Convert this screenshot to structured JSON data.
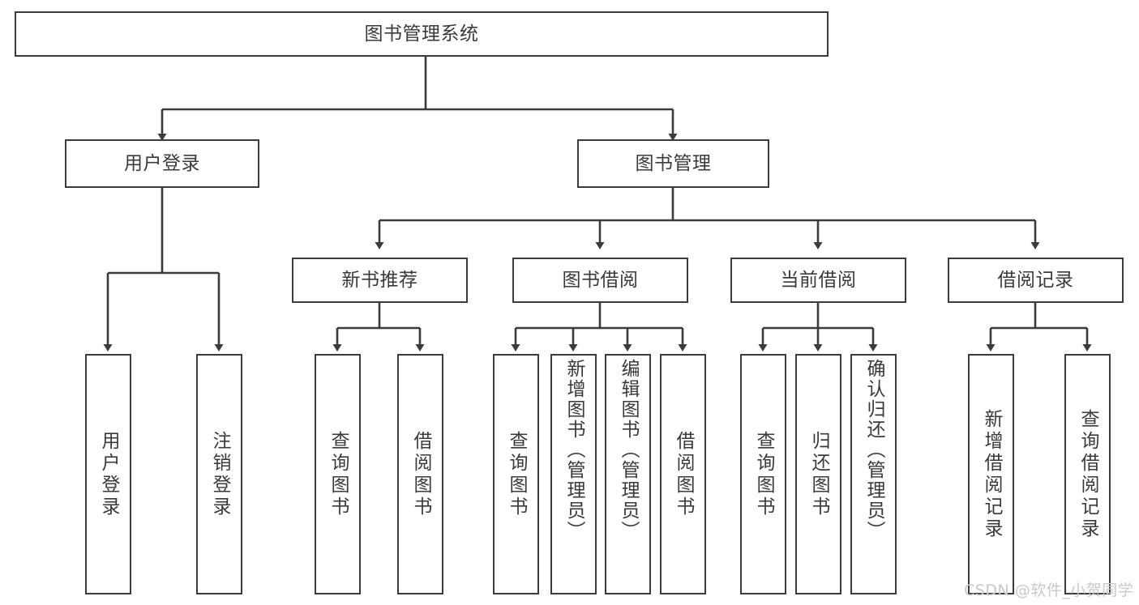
{
  "diagram": {
    "title": "图书管理系统",
    "type": "hierarchy-tree",
    "orientation": "top-down",
    "colors": {
      "box_border": "#3b3b3b",
      "box_fill": "#ffffff",
      "text": "#3a3a3a",
      "edge": "#3b3b3b",
      "background": "#ffffff",
      "watermark": "#c9c9c9"
    },
    "levels": [
      {
        "level": 0,
        "nodes": [
          {
            "id": "root",
            "label": "图书管理系统",
            "text_direction": "horizontal"
          }
        ]
      },
      {
        "level": 1,
        "nodes": [
          {
            "id": "user-login",
            "label": "用户登录",
            "text_direction": "horizontal",
            "parent": "root"
          },
          {
            "id": "book-manage",
            "label": "图书管理",
            "text_direction": "horizontal",
            "parent": "root"
          }
        ]
      },
      {
        "level": 2,
        "nodes": [
          {
            "id": "new-book-rec",
            "label": "新书推荐",
            "text_direction": "horizontal",
            "parent": "book-manage"
          },
          {
            "id": "book-borrow",
            "label": "图书借阅",
            "text_direction": "horizontal",
            "parent": "book-manage"
          },
          {
            "id": "current-borrow",
            "label": "当前借阅",
            "text_direction": "horizontal",
            "parent": "book-manage"
          },
          {
            "id": "borrow-record",
            "label": "借阅记录",
            "text_direction": "horizontal",
            "parent": "book-manage"
          }
        ]
      },
      {
        "level": 3,
        "nodes": [
          {
            "id": "leaf-user-login",
            "label": "用户登录",
            "text_direction": "vertical",
            "parent": "user-login"
          },
          {
            "id": "leaf-logout",
            "label": "注销登录",
            "text_direction": "vertical",
            "parent": "user-login"
          },
          {
            "id": "leaf-query-book-1",
            "label": "查询图书",
            "text_direction": "vertical",
            "parent": "new-book-rec"
          },
          {
            "id": "leaf-borrow-book-1",
            "label": "借阅图书",
            "text_direction": "vertical",
            "parent": "new-book-rec"
          },
          {
            "id": "leaf-query-book-2",
            "label": "查询图书",
            "text_direction": "vertical",
            "parent": "book-borrow"
          },
          {
            "id": "leaf-add-book",
            "label": "新增图书（管理员）",
            "text_direction": "vertical",
            "parent": "book-borrow"
          },
          {
            "id": "leaf-edit-book",
            "label": "编辑图书（管理员）",
            "text_direction": "vertical",
            "parent": "book-borrow"
          },
          {
            "id": "leaf-borrow-book-2",
            "label": "借阅图书",
            "text_direction": "vertical",
            "parent": "book-borrow"
          },
          {
            "id": "leaf-query-book-3",
            "label": "查询图书",
            "text_direction": "vertical",
            "parent": "current-borrow"
          },
          {
            "id": "leaf-return-book",
            "label": "归还图书",
            "text_direction": "vertical",
            "parent": "current-borrow"
          },
          {
            "id": "leaf-confirm-return",
            "label": "确认归还（管理员）",
            "text_direction": "vertical",
            "parent": "current-borrow"
          },
          {
            "id": "leaf-add-record",
            "label": "新增借阅记录",
            "text_direction": "vertical",
            "parent": "borrow-record"
          },
          {
            "id": "leaf-query-record",
            "label": "查询借阅记录",
            "text_direction": "vertical",
            "parent": "borrow-record"
          }
        ]
      }
    ]
  },
  "watermark": {
    "text": "CSDN @软件_小贺同学"
  }
}
